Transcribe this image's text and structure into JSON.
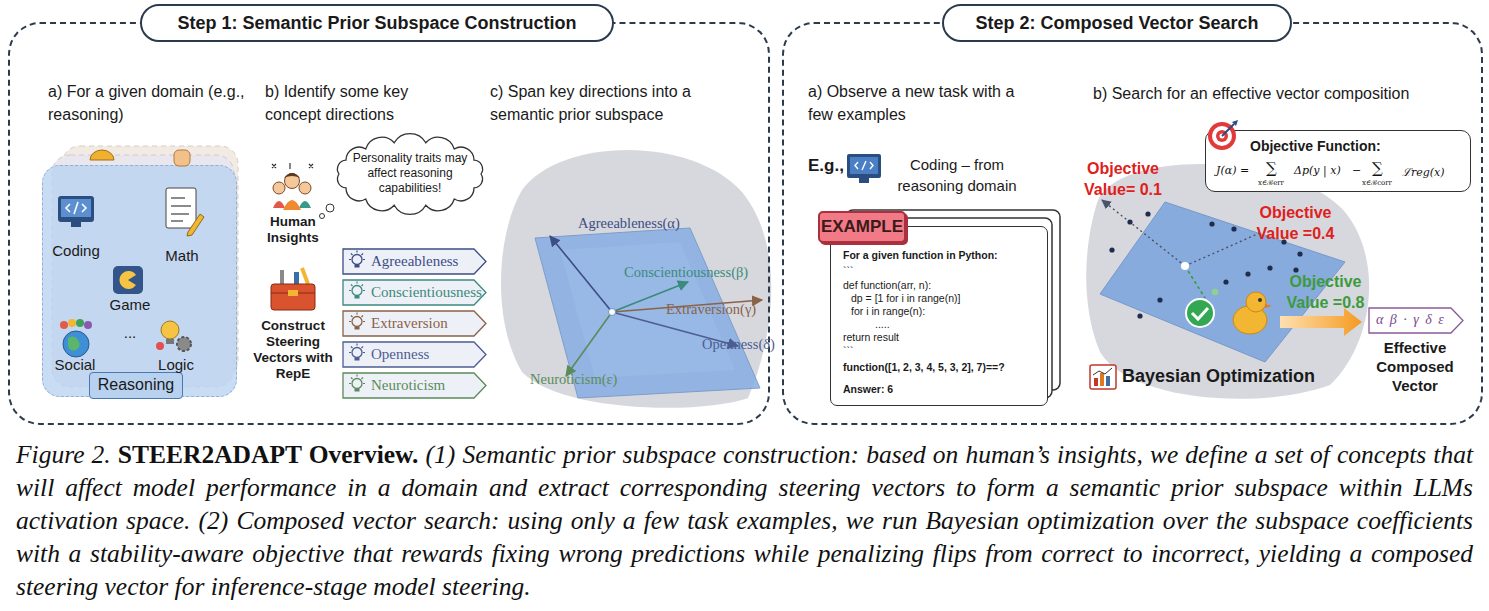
{
  "diagram": {
    "caption": "Figure 2. STEER2ADAPT Overview. (1) Semantic prior subspace construction: based on human’s insights, we define a set of concepts that will affect model performance in a domain and extract corresponding steering vectors to form a semantic prior subspace within LLMs activation space. (2) Composed vector search: using only a few task examples, we run Bayesian optimization over the subspace coefficients with a stability-aware objective that rewards fixing wrong predictions while penalizing flips from correct to incorrect, yielding a composed steering vector for inference-stage model steering.",
    "nodes": [
      {
        "text": [
          "Step 1: Semantic Prior Subspace Construction"
        ]
      },
      {
        "text": [
          "Reasoning"
        ],
        "in": 0
      },
      {
        "text": [
          "Personality traits may affect reasoning capabilities!"
        ],
        "in": 0
      },
      {
        "text": [
          "Agreeableness"
        ],
        "in": 0
      },
      {
        "text": [
          "Conscientiousness"
        ],
        "in": 0
      },
      {
        "text": [
          "Extraversion"
        ],
        "in": 0
      },
      {
        "text": [
          "Openness"
        ],
        "in": 0
      },
      {
        "text": [
          "Neuroticism"
        ],
        "in": 0
      },
      {
        "text": [
          "Step 2: Composed Vector Search"
        ]
      },
      {
        "text": [
          "EXAMPLE"
        ],
        "in": 8
      },
      {
        "text": [
          "For a given function in Python:",
          "```",
          "def function(arr, n):",
          "dp = [1 for i in range(n)]",
          "for i in range(n):",
          ".....",
          "return result",
          "```",
          "function([1, 2, 3, 4, 5, 3, 2], 7)==?",
          "Answer: 6"
        ],
        "in": 8
      },
      {
        "text": [
          "Objective Function:",
          "J(α) =",
          "∑",
          "x∈ℬerr",
          "Δp(y | x)",
          "−",
          "∑",
          "x∈ℬcorr",
          "ℒreg(x)"
        ],
        "in": 8
      },
      {
        "text": [
          "α β · γ δ ε"
        ],
        "in": 8
      }
    ],
    "labels": [
      "a) For a given domain (e.g., reasoning)",
      "b) Identify some key concept directions",
      "c) Span key directions into a semantic prior subspace",
      "Coding",
      "Math",
      "Game",
      "...",
      "Social",
      "Logic",
      "Human Insights",
      "Construct Steering Vectors with RepE",
      "Agreeableness(α)",
      "Conscientiousness(β)",
      "Extraversion(γ)",
      "Openness(δ)",
      "Neuroticism(ε)",
      "a) Observe a new task with a few examples",
      "E.g.,",
      "Coding – from reasoning domain",
      "b) Search for an effective vector composition",
      "Objective Value= 0.1",
      "Objective Value =0.4",
      "Objective Value =0.8",
      "Effective Composed Vector",
      "Bayesian Optimization"
    ]
  }
}
